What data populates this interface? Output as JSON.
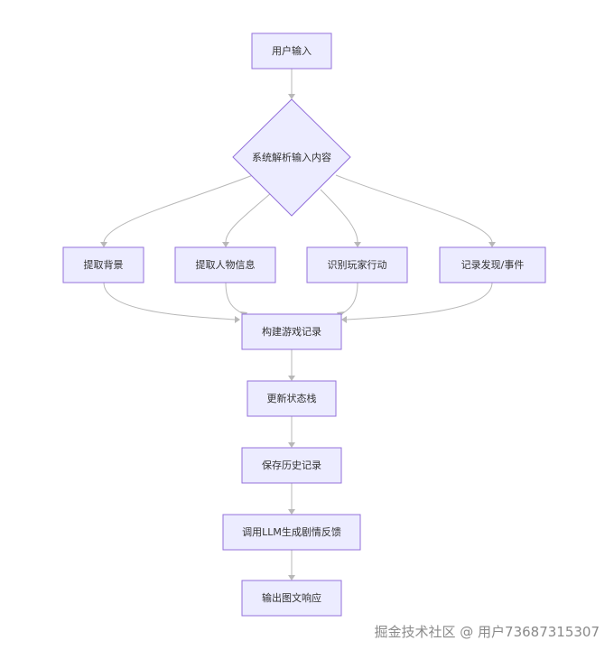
{
  "flowchart": {
    "nodes": {
      "input": "用户输入",
      "parse": "系统解析输入内容",
      "extract_bg": "提取背景",
      "extract_char": "提取人物信息",
      "identify_action": "识别玩家行动",
      "record_event": "记录发现/事件",
      "build_record": "构建游戏记录",
      "update_stack": "更新状态栈",
      "save_history": "保存历史记录",
      "call_llm": "调用LLM生成剧情反馈",
      "output": "输出图文响应"
    }
  },
  "watermark": "掘金技术社区 @ 用户7368731530​7"
}
